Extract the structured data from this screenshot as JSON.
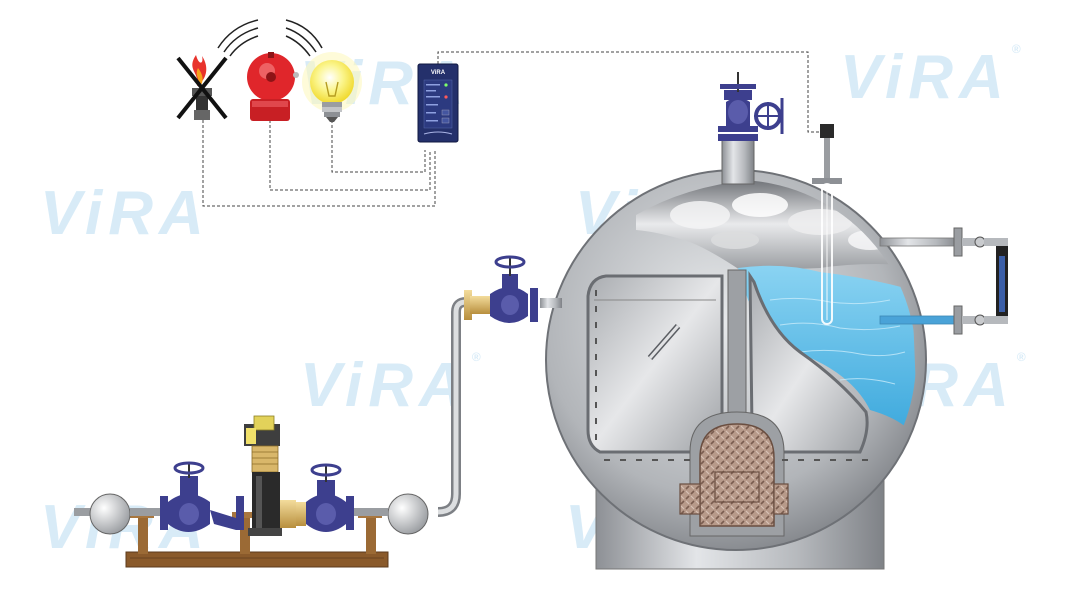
{
  "brand": {
    "watermark": "ViRA",
    "registered_mark": "®",
    "controller_label": "ViRA"
  },
  "colors": {
    "valve_blue": "#3d3f8e",
    "water": "#5bbde6",
    "steel": "#b9bcc0",
    "bell_red": "#e0262b",
    "bulb_yellow": "#f3e64a",
    "brass": "#d9b76a",
    "wood": "#8a5a2b",
    "controller": "#24306b",
    "watermark": "#cfe7f6"
  },
  "alarm_devices": [
    {
      "icon": "burner-off-icon",
      "state": "crossed-out"
    },
    {
      "icon": "alarm-bell-icon",
      "state": "ringing"
    },
    {
      "icon": "light-bulb-icon",
      "state": "lit"
    }
  ],
  "components": {
    "boiler": {
      "icon": "boiler-drum"
    },
    "level_probe": {
      "icon": "level-probe-icon"
    },
    "sight_glass": {
      "icon": "sight-glass-icon"
    },
    "feed_pump": {
      "icon": "feed-pump-icon"
    },
    "top_valve": {
      "icon": "gate-valve-icon"
    },
    "feed_valve": {
      "icon": "gate-valve-icon"
    }
  }
}
